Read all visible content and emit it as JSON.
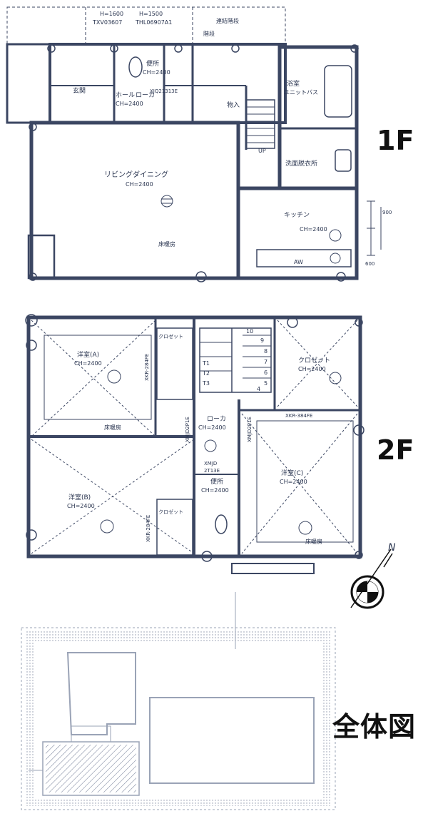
{
  "labels": {
    "floor1": "1F",
    "floor2": "2F",
    "overall": "全体図"
  },
  "floor1": {
    "top_notes": [
      "H=1600",
      "H=1500",
      "TXV03607",
      "THL06907A1"
    ],
    "rooms": {
      "genkan": "玄関",
      "hall": "ホール",
      "closet": "ローカ",
      "toilet": "便所",
      "ch": "CH=2400",
      "lowcase": "XJQ21313E",
      "storage": "物入",
      "kitchen_ldk": "リビングダイニング",
      "ldk_ch": "CH=2400",
      "bath": "浴室",
      "unit_bath": "ユニットバス",
      "wash": "洗面脱衣所",
      "kitchen": "キッチン",
      "kitchen_ch": "CH=2400",
      "floor_heating": "床暖房",
      "up": "UP",
      "aw": "AW",
      "top_label_a": "連結階段",
      "top_label_b": "階段",
      "dimension_a": "900",
      "dimension_b": "600"
    }
  },
  "floor2": {
    "rooms": {
      "western_a": "洋室(A)",
      "western_a_ch": "CH=2400",
      "western_b": "洋室(B)",
      "western_b_ch": "CH=2400",
      "western_c": "洋室(C)",
      "western_c_ch": "CH=2400",
      "closet_a": "クロゼット",
      "closet_b": "クロゼット",
      "closet_c": "クロゼット",
      "closet_c_ch": "CH=2400",
      "hallway": "ローカ",
      "hallway_ch": "CH=2400",
      "toilet": "便所",
      "toilet_ch": "CH=2400",
      "floor_heating_a": "床暖房",
      "floor_heating_c": "床暖房",
      "stair_numbers": [
        "10",
        "9",
        "8",
        "7",
        "6",
        "5",
        "4",
        "T1",
        "T2",
        "T3"
      ],
      "code_a": "XKR-284FE",
      "code_b": "XMJD2P1E",
      "code_c": "XKR-384FE",
      "code_d": "XMJD2P1E",
      "code_e": "XKR-284FE",
      "code_f": "XMJD",
      "code_g": "2T13E"
    }
  },
  "compass": {
    "north": "N"
  }
}
